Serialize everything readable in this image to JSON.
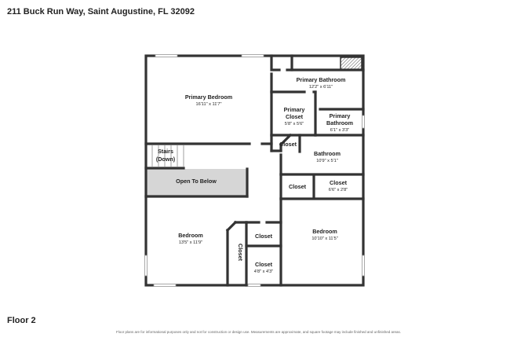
{
  "header": {
    "address": "211 Buck Run Way, Saint Augustine, FL 32092"
  },
  "footer": {
    "floor": "Floor 2",
    "disclaimer": "Floor plans are for informational purposes only and not for construction or design use. Measurements are approximate, and square footage may include finished and unfinished areas."
  },
  "rooms": {
    "primary_bedroom": {
      "name": "Primary Bedroom",
      "dims": "16'11\" x 11'7\""
    },
    "primary_bathroom_main": {
      "name": "Primary Bathroom",
      "dims": "12'2\" x 6'11\""
    },
    "primary_closet": {
      "name1": "Primary",
      "name2": "Closet",
      "dims": "5'8\" x 5'6\""
    },
    "primary_bathroom_small": {
      "name1": "Primary",
      "name2": "Bathroom",
      "dims": "6'1\" x 3'3\""
    },
    "stairs": {
      "name1": "Stairs",
      "name2": "(Down)"
    },
    "closet_hall": {
      "name": "Closet"
    },
    "bathroom": {
      "name": "Bathroom",
      "dims": "10'9\" x 5'1\""
    },
    "open_to_below": {
      "name": "Open To Below"
    },
    "closet_mid": {
      "name": "Closet"
    },
    "closet_66": {
      "name": "Closet",
      "dims": "6'6\" x 2'8\""
    },
    "bedroom_left": {
      "name": "Bedroom",
      "dims": "13'5\" x 11'9\""
    },
    "closet_vertical": {
      "name": "Closet"
    },
    "closet_small": {
      "name": "Closet"
    },
    "closet_48": {
      "name": "Closet",
      "dims": "4'8\" x 4'3\""
    },
    "bedroom_right": {
      "name": "Bedroom",
      "dims": "10'10\" x 11'5\""
    }
  }
}
